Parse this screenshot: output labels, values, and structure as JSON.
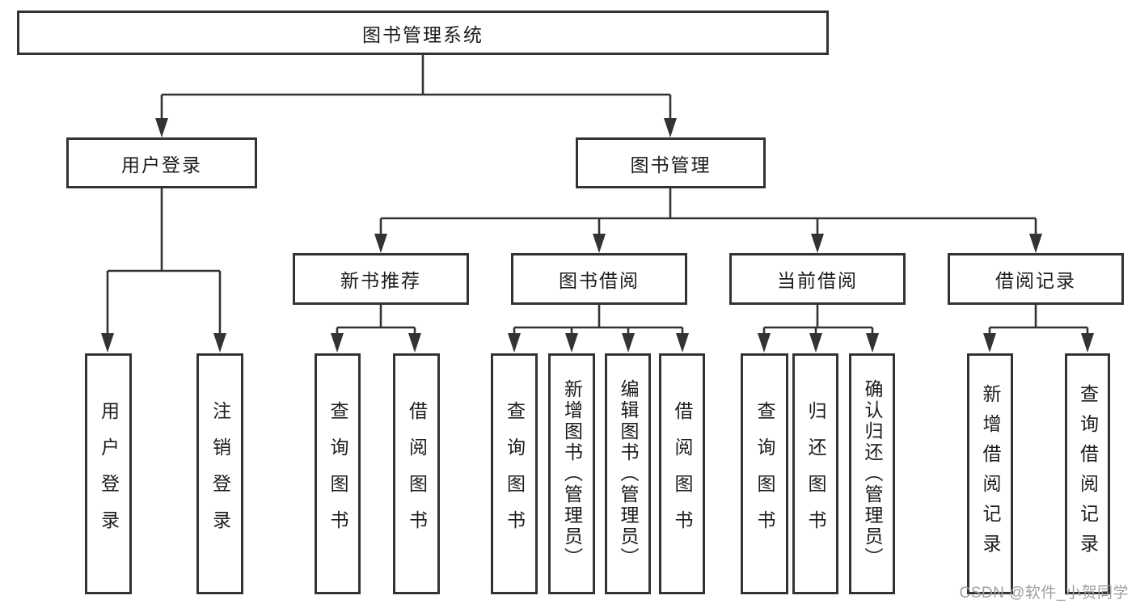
{
  "diagram": {
    "root": {
      "label": "图书管理系统"
    },
    "level2": {
      "user_login": {
        "label": "用户登录"
      },
      "book_management": {
        "label": "图书管理"
      }
    },
    "level3": {
      "new_book_recommend": {
        "label": "新书推荐"
      },
      "book_borrow": {
        "label": "图书借阅"
      },
      "current_borrow": {
        "label": "当前借阅"
      },
      "borrow_records": {
        "label": "借阅记录"
      }
    },
    "leaves": {
      "login": [
        "用户登录",
        "注销登录"
      ],
      "recommend": [
        "查询图书",
        "借阅图书"
      ],
      "borrow": [
        "查询图书",
        "新增图书（管理员）",
        "编辑图书（管理员）",
        "借阅图书"
      ],
      "current": [
        "查询图书",
        "归还图书",
        "确认归还（管理员）"
      ],
      "records": [
        "新增借阅记录",
        "查询借阅记录"
      ]
    }
  },
  "watermark": {
    "text": "CSDN @软件_小贺同学",
    "color": "#9e9e9e"
  },
  "colors": {
    "line": "#333333",
    "box_border": "#333333",
    "box_fill": "#ffffff",
    "text": "#1c1c1c",
    "background": "#ffffff"
  }
}
